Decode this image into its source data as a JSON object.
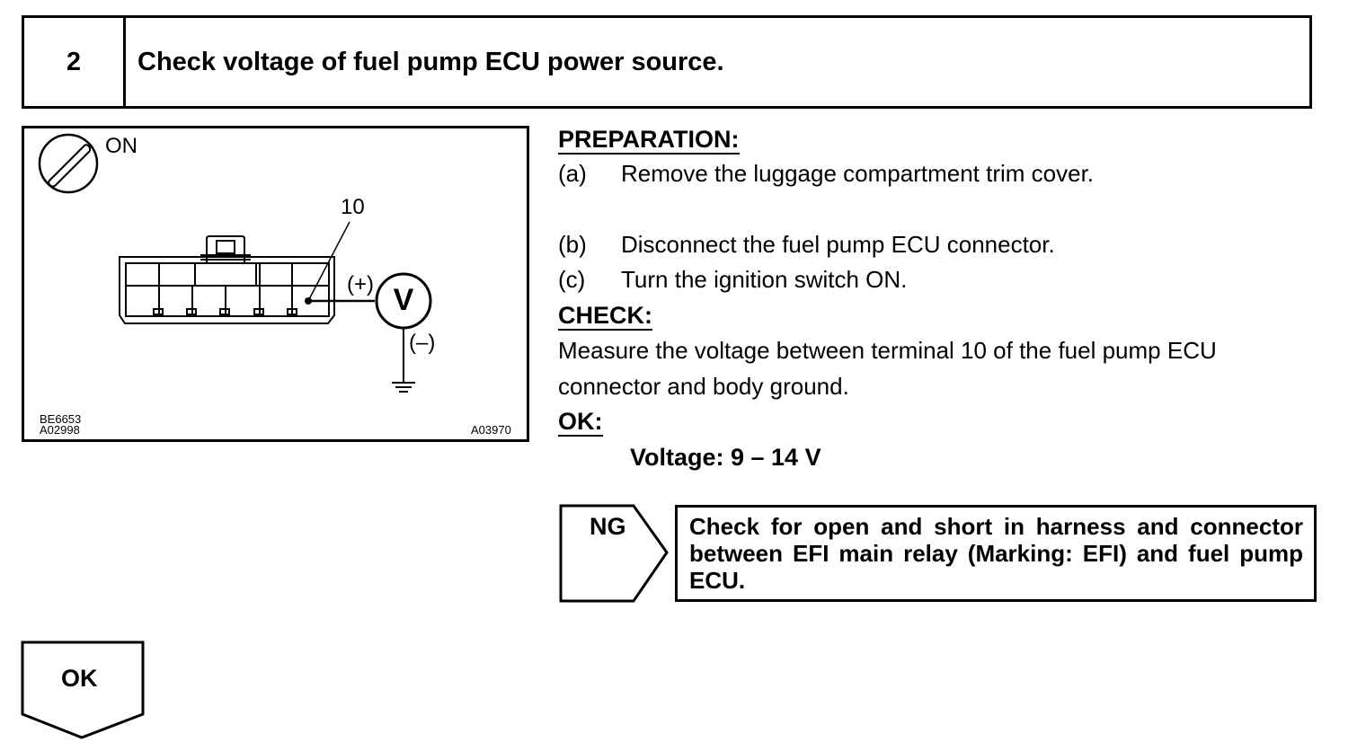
{
  "step": {
    "number": "2",
    "title": "Check voltage of fuel pump ECU power source."
  },
  "figure": {
    "switch_label": "ON",
    "terminal_label": "10",
    "positive_label": "(+)",
    "negative_label": "(–)",
    "meter_label": "V",
    "code_left_1": "BE6653",
    "code_left_2": "A02998",
    "code_right": "A03970"
  },
  "preparation": {
    "heading": "PREPARATION:",
    "steps": [
      {
        "letter": "(a)",
        "text": "Remove the luggage compartment trim cover."
      },
      {
        "letter": "(b)",
        "text": "Disconnect the fuel pump ECU connector."
      },
      {
        "letter": "(c)",
        "text": "Turn the ignition switch ON."
      }
    ]
  },
  "check": {
    "heading": "CHECK:",
    "line1": "Measure the voltage between terminal 10 of the fuel pump ECU",
    "line2": "connector and body ground."
  },
  "ok": {
    "heading": "OK:",
    "spec": "Voltage: 9 – 14 V"
  },
  "ng": {
    "label": "NG",
    "text": "Check for open and short in harness and connector between EFI main relay (Marking: EFI) and fuel pump ECU."
  },
  "ok_flow": {
    "label": "OK"
  }
}
